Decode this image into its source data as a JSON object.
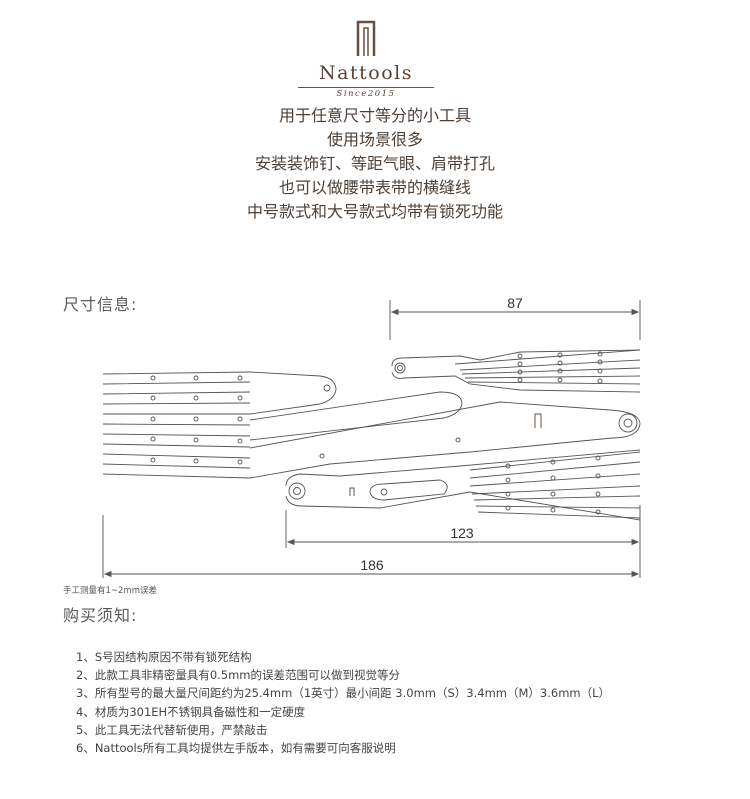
{
  "brand": {
    "name": "Nattools",
    "since": "Since2015"
  },
  "intro": [
    "用于任意尺寸等分的小工具",
    "使用场景很多",
    "安装装饰钉、等距气眼、肩带打孔",
    "也可以做腰带表带的横缝线",
    "中号款式和大号款式均带有锁死功能"
  ],
  "size_section": {
    "title": "尺寸信息:",
    "dimensions": [
      "87",
      "123",
      "186"
    ],
    "tolerance_note": "手工测量有1~2mm误差"
  },
  "notice_section": {
    "title": "购买须知:",
    "items": [
      "1、S号因结构原因不带有锁死结构",
      "2、此款工具非精密量具有0.5mm的误差范围可以做到视觉等分",
      "3、所有型号的最大量尺间距约为25.4mm（1英寸）最小间距 3.0mm（S）3.4mm（M）3.6mm（L）",
      "4、材质为301EH不锈钢具备磁性和一定硬度",
      "5、此工具无法代替斩使用，严禁敲击",
      "6、Nattools所有工具均提供左手版本，如有需要可向客服说明"
    ]
  },
  "colors": {
    "brand": "#5b4136",
    "text": "#4e4036",
    "line": "#555555"
  }
}
